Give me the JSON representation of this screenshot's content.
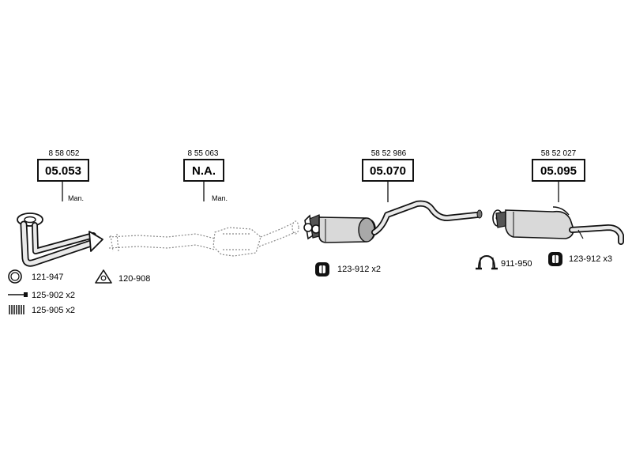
{
  "parts": [
    {
      "part_number": "8 58 052",
      "code": "05.053",
      "note": "Man."
    },
    {
      "part_number": "8 55 063",
      "code": "N.A.",
      "note": "Man."
    },
    {
      "part_number": "58 52 986",
      "code": "05.070",
      "note": ""
    },
    {
      "part_number": "58 52 027",
      "code": "05.095",
      "note": ""
    }
  ],
  "accessories": [
    {
      "icon": "gasket-ring-icon",
      "label": "121-947"
    },
    {
      "icon": "triangle-gasket-icon",
      "label": "120-908"
    },
    {
      "icon": "bolt-icon",
      "label": "125-902 x2"
    },
    {
      "icon": "spring-icon",
      "label": "125-905 x2"
    },
    {
      "icon": "rubber-mount-icon",
      "label": "123-912 x2"
    },
    {
      "icon": "clamp-icon",
      "label": "911-950"
    },
    {
      "icon": "rubber-mount-icon",
      "label": "123-912 x3"
    }
  ],
  "colors": {
    "line": "#111111",
    "pipe_fill": "#e9e9e9",
    "dotted": "#8a8a8a",
    "box_border": "#111111"
  }
}
